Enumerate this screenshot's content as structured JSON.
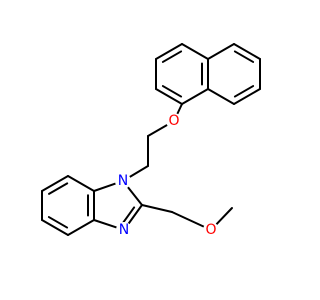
{
  "molecule": {
    "atoms": {
      "oxygen_ether_top": {
        "symbol": "O",
        "color": "#ff0000"
      },
      "nitrogen_n1": {
        "symbol": "N",
        "color": "#0000ff"
      },
      "nitrogen_n3": {
        "symbol": "N",
        "color": "#0000ff"
      },
      "oxygen_methoxy": {
        "symbol": "O",
        "color": "#ff0000"
      }
    },
    "bond_color": "#000000"
  }
}
